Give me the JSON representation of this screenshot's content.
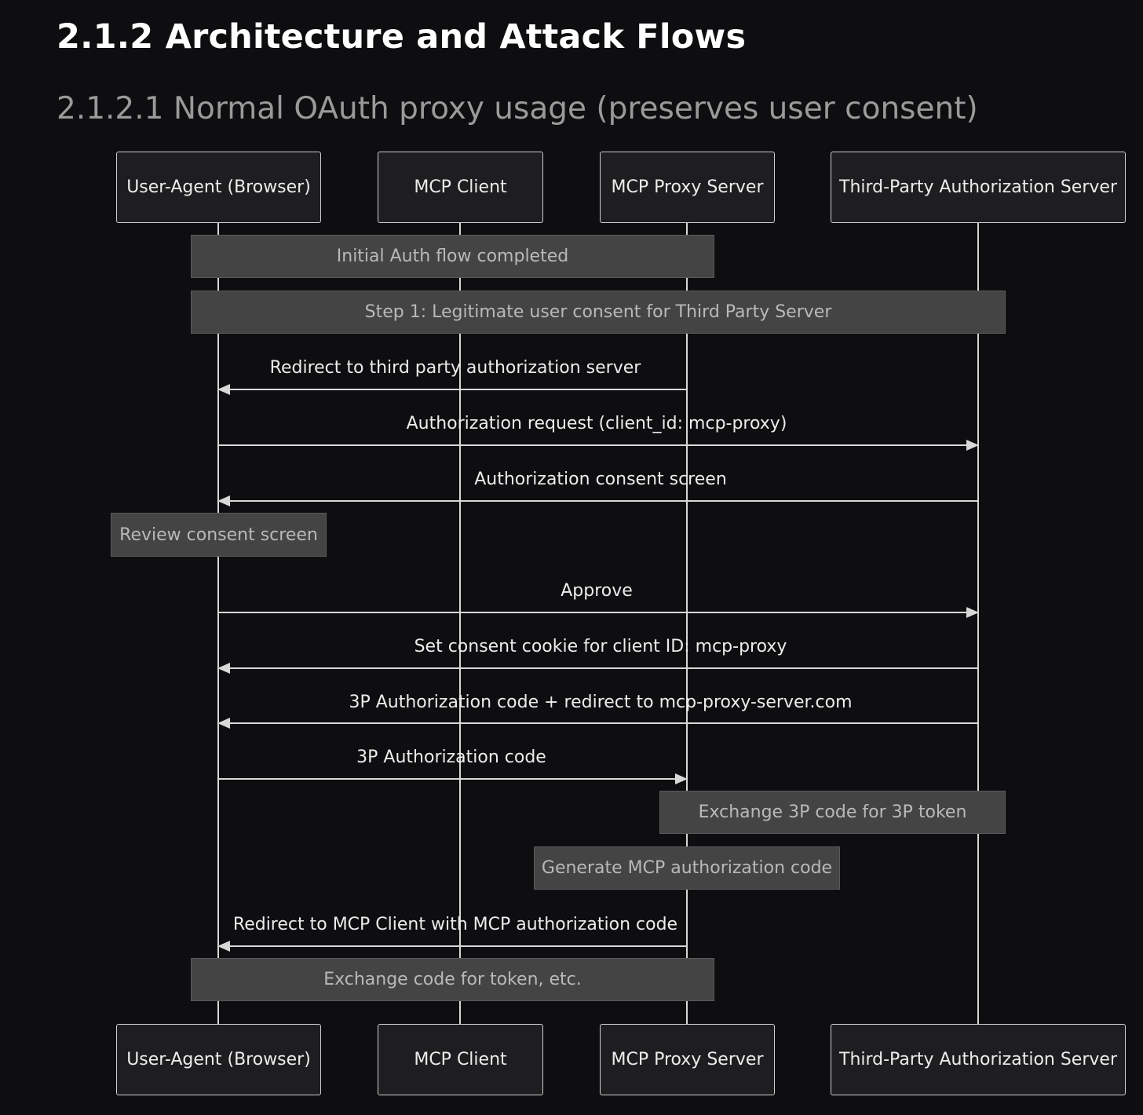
{
  "heading": "2.1.2 Architecture and Attack Flows",
  "subheading": "2.1.2.1 Normal OAuth proxy usage (preserves user consent)",
  "participants": [
    {
      "label": "User-Agent (Browser)"
    },
    {
      "label": "MCP Client"
    },
    {
      "label": "MCP Proxy Server"
    },
    {
      "label": "Third-Party Authorization Server"
    }
  ],
  "notes": {
    "initial_auth": "Initial Auth flow completed",
    "step1": "Step 1: Legitimate user consent for Third Party Server",
    "review_consent": "Review consent screen",
    "exchange_3p": "Exchange 3P code for 3P token",
    "generate_mcp_code": "Generate MCP authorization code",
    "exchange_token": "Exchange code for token, etc."
  },
  "messages": [
    {
      "text": "Redirect to third party authorization server",
      "from": "MCP Proxy Server",
      "to": "User-Agent (Browser)"
    },
    {
      "text": "Authorization request (client_id: mcp-proxy)",
      "from": "User-Agent (Browser)",
      "to": "Third-Party Authorization Server"
    },
    {
      "text": "Authorization consent screen",
      "from": "Third-Party Authorization Server",
      "to": "User-Agent (Browser)"
    },
    {
      "text": "Approve",
      "from": "User-Agent (Browser)",
      "to": "Third-Party Authorization Server"
    },
    {
      "text": "Set consent cookie for client ID: mcp-proxy",
      "from": "Third-Party Authorization Server",
      "to": "User-Agent (Browser)"
    },
    {
      "text": "3P Authorization code + redirect to mcp-proxy-server.com",
      "from": "Third-Party Authorization Server",
      "to": "User-Agent (Browser)"
    },
    {
      "text": "3P Authorization code",
      "from": "User-Agent (Browser)",
      "to": "MCP Proxy Server"
    },
    {
      "text": "Redirect to MCP Client with MCP authorization code",
      "from": "MCP Proxy Server",
      "to": "User-Agent (Browser)"
    }
  ]
}
